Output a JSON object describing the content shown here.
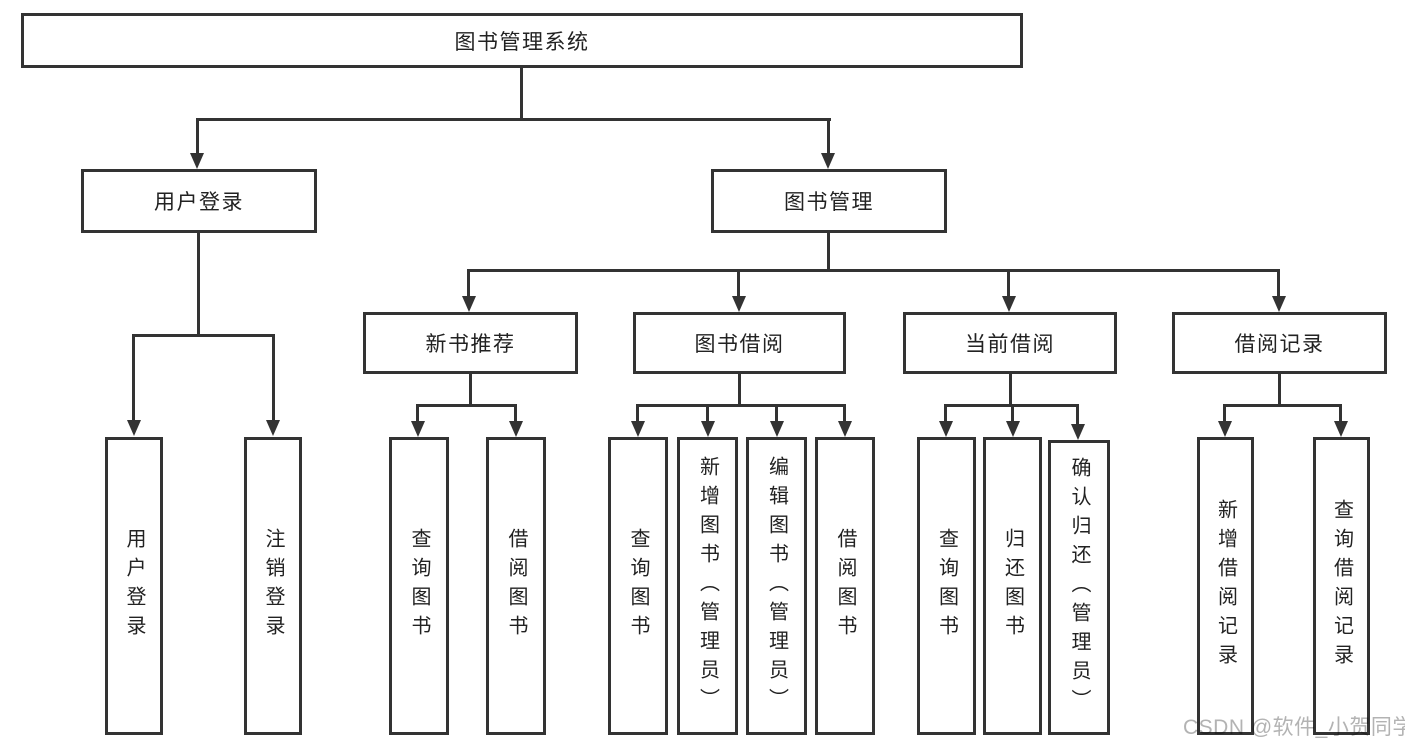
{
  "diagram": {
    "title": "图书管理系统",
    "root": {
      "label": "图书管理系统"
    },
    "branches": [
      {
        "label": "用户登录",
        "leaves": [
          {
            "label": "用户登录"
          },
          {
            "label": "注销登录"
          }
        ]
      },
      {
        "label": "图书管理",
        "sections": [
          {
            "label": "新书推荐",
            "leaves": [
              {
                "label": "查询图书"
              },
              {
                "label": "借阅图书"
              }
            ]
          },
          {
            "label": "图书借阅",
            "leaves": [
              {
                "label": "查询图书"
              },
              {
                "label": "新增图书（管理员）"
              },
              {
                "label": "编辑图书（管理员）"
              },
              {
                "label": "借阅图书"
              }
            ]
          },
          {
            "label": "当前借阅",
            "leaves": [
              {
                "label": "查询图书"
              },
              {
                "label": "归还图书"
              },
              {
                "label": "确认归还（管理员）"
              }
            ]
          },
          {
            "label": "借阅记录",
            "leaves": [
              {
                "label": "新增借阅记录"
              },
              {
                "label": "查询借阅记录"
              }
            ]
          }
        ]
      }
    ]
  },
  "watermark": {
    "text": "CSDN @软件_小贺同学"
  },
  "colors": {
    "line": "#333333",
    "box_border": "#333333",
    "background": "#ffffff",
    "text": "#222222",
    "watermark": "#b3b3b3"
  }
}
